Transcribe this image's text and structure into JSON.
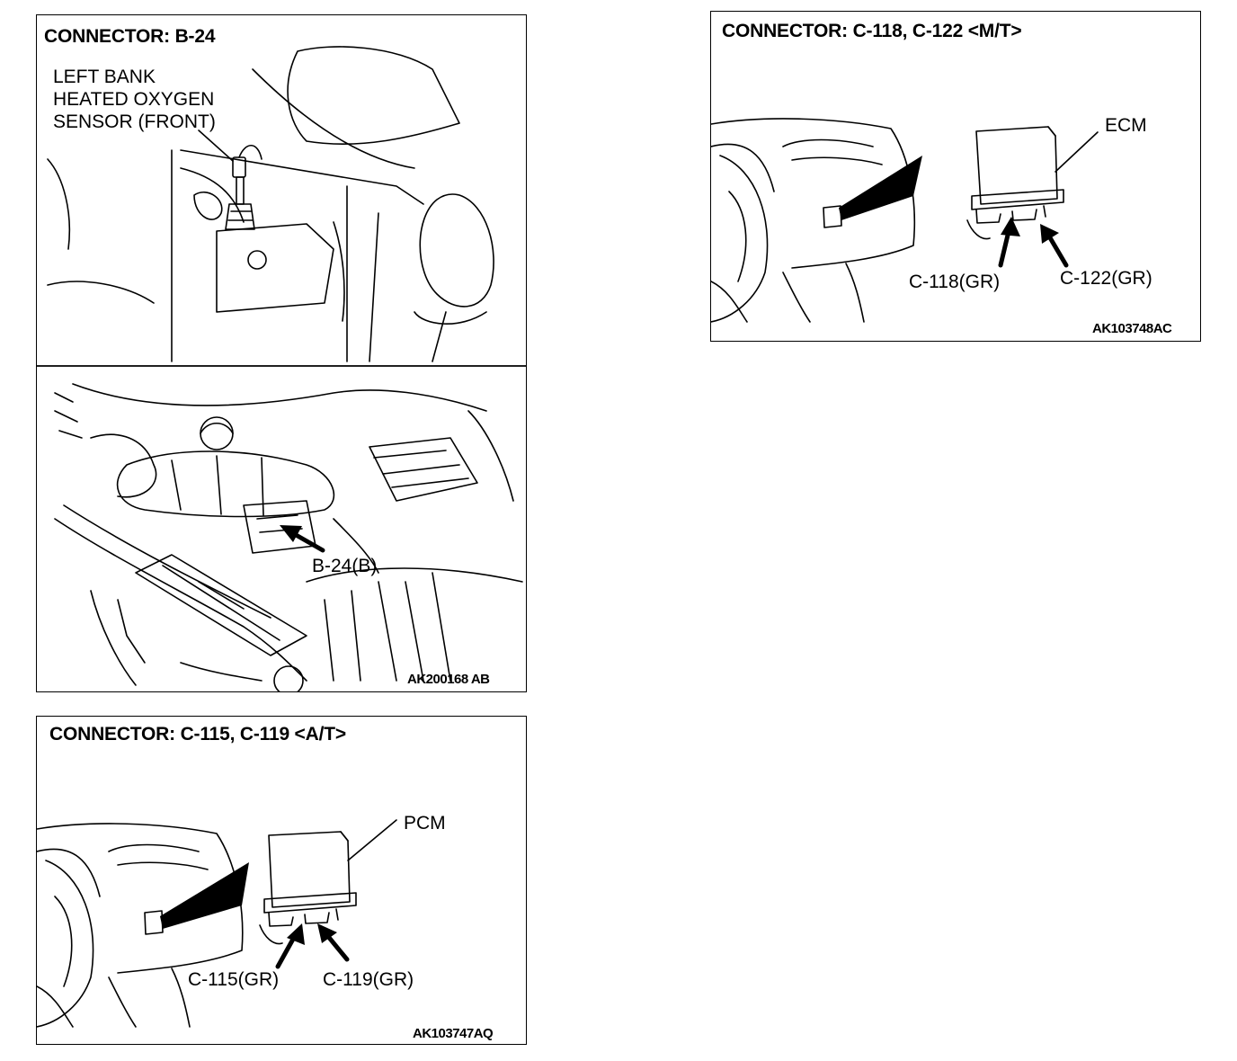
{
  "panel_b24": {
    "title": "CONNECTOR: B-24",
    "sensor_label": [
      "LEFT BANK",
      "HEATED OXYGEN",
      "SENSOR (FRONT)"
    ],
    "connector_label": "B-24(B)",
    "figure_code": "AK200168 AB"
  },
  "panel_mt": {
    "title": "CONNECTOR: C-118, C-122 <M/T>",
    "module_label": "ECM",
    "connector_left": "C-118(GR)",
    "connector_right": "C-122(GR)",
    "figure_code": "AK103748AC"
  },
  "panel_at": {
    "title": "CONNECTOR: C-115, C-119 <A/T>",
    "module_label": "PCM",
    "connector_left": "C-115(GR)",
    "connector_right": "C-119(GR)",
    "figure_code": "AK103747AQ"
  }
}
